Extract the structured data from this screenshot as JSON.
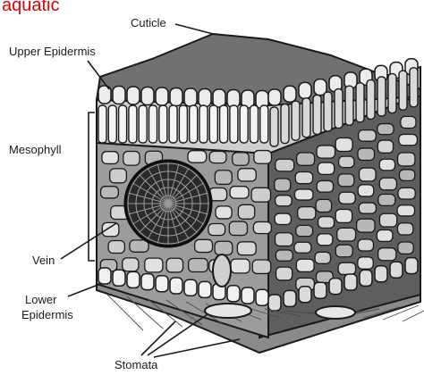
{
  "header": {
    "text": "aquatic"
  },
  "labels": {
    "cuticle": "Cuticle",
    "upper_epidermis": "Upper Epidermis",
    "mesophyll": "Mesophyll",
    "vein": "Vein",
    "lower_epidermis_1": "Lower",
    "lower_epidermis_2": "Epidermis",
    "stomata": "Stomata"
  },
  "colors": {
    "header": "#e00000",
    "cuticle": "#6f6f6f",
    "ink": "#1a1a1a",
    "cell_light": "#e2e2e2",
    "cell_mid": "#a9a9a9",
    "cell_dark": "#5b5b5b",
    "underside": "#7c7c7c"
  }
}
